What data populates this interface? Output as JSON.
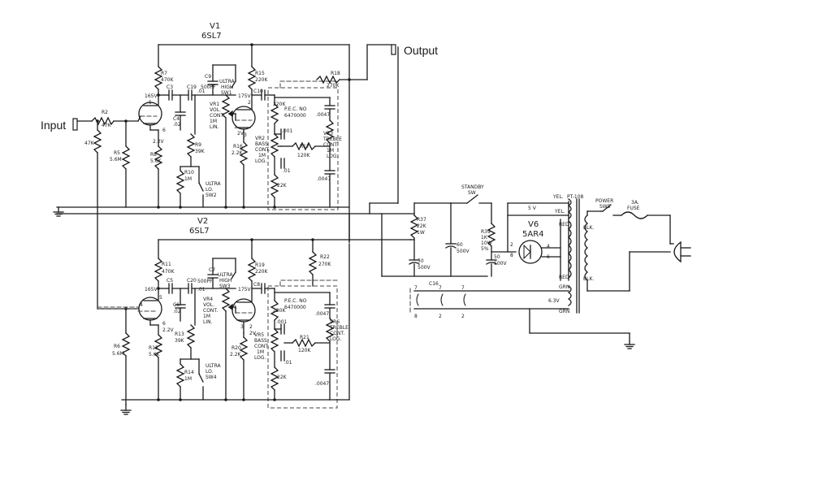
{
  "connectors": {
    "input": "Input",
    "output": "Output"
  },
  "tubes": {
    "v1": {
      "name": "V1",
      "type": "6SL7"
    },
    "v2": {
      "name": "V2",
      "type": "6SL7"
    },
    "v6": {
      "name": "V6",
      "type": "5AR4"
    }
  },
  "channel1": {
    "r2": {
      "ref": "R2",
      "value": "47K"
    },
    "r_in_shunt": "47K",
    "r5": {
      "ref": "R5",
      "value": "5.6M"
    },
    "r7": {
      "ref": "R7",
      "value": "470K"
    },
    "v_plate1": "165V",
    "c3": "C3",
    "c19": "C19",
    "c19_value": ".01",
    "c9": {
      "ref": "C9",
      "value": "500PF"
    },
    "ultra_high_sw": [
      "ULTRA",
      "HIGH",
      "SW1"
    ],
    "vr1": [
      "VR1",
      "VOL.",
      "CONT.",
      "1M",
      "LIN."
    ],
    "c4": {
      "ref": "C4",
      "value": ".02"
    },
    "cathode1_v": "2.2V",
    "r8": {
      "ref": "R8",
      "value": "5.6K"
    },
    "r9": {
      "ref": "R9",
      "value": "39K"
    },
    "r10": {
      "ref": "R10",
      "value": "1M"
    },
    "ultra_lo_sw": [
      "ULTRA",
      "LO.",
      "SW2"
    ],
    "r15": {
      "ref": "R15",
      "value": "220K"
    },
    "v_plate2": "175V",
    "c10": "C10",
    "cathode2_v": "2V",
    "r16": {
      "ref": "R16",
      "value": "2.2K"
    },
    "tone_220k": "220K",
    "pec": [
      "P.E.C. NO",
      "6470000"
    ],
    "c001": ".001",
    "c01": ".01",
    "c0047_top": ".0047",
    "c0047_bot": ".0047",
    "vr2": [
      "VR2",
      "BASS",
      "CONT.",
      "1M",
      "LOG."
    ],
    "r17": {
      "ref": "R17",
      "value": "120K"
    },
    "r_22k": "22K",
    "vr3": [
      "VR3",
      "TREBLE",
      "CONT.",
      "1M",
      "LOG."
    ],
    "r18": {
      "ref": "R18",
      "value": "270K"
    },
    "pin5": "5",
    "pin6": "6",
    "pin3": "3",
    "pin2": "2",
    "pin1": "1"
  },
  "channel2": {
    "r6": {
      "ref": "R6",
      "value": "5.6M"
    },
    "r11": {
      "ref": "R11",
      "value": "470K"
    },
    "v_plate1": "165V",
    "c5": "C5",
    "c20": "C20",
    "c20_value": ".01",
    "c7": {
      "ref": "C7",
      "value": "500PF"
    },
    "ultra_high_sw": [
      "ULTRA",
      "HIGH",
      "SW3"
    ],
    "vr4": [
      "VR4",
      "VOL.",
      "CONT.",
      "1M",
      "LIN."
    ],
    "c6": {
      "ref": "C6",
      "value": ".02"
    },
    "cathode1_v": "2.2V",
    "r12": {
      "ref": "R12",
      "value": "5.6K"
    },
    "r13": {
      "ref": "R13",
      "value": "39K"
    },
    "r14": {
      "ref": "R14",
      "value": "1M"
    },
    "ultra_lo_sw": [
      "ULTRA",
      "LO.",
      "SW4"
    ],
    "r19": {
      "ref": "R19",
      "value": "220K"
    },
    "v_plate2": "175V",
    "c8": "C8",
    "cathode2_v": "2V",
    "r20": {
      "ref": "R20",
      "value": "2.2K"
    },
    "r22": {
      "ref": "R22",
      "value": "270K"
    },
    "tone_220k": "220K",
    "pec": [
      "P.E.C. NO",
      "6470000"
    ],
    "c001": ".001",
    "c01": ".01",
    "c0047_top": ".0047",
    "c0047_bot": ".0047",
    "vr5": [
      "VR5",
      "BASS",
      "CONT.",
      "1M",
      "LOG."
    ],
    "r21": {
      "ref": "R21",
      "value": "120K"
    },
    "r_22k": "22K",
    "vr6": [
      "VR6",
      "TREBLE",
      "CONT.",
      "LOG."
    ],
    "pin4": "4",
    "pin5": "5",
    "pin6": "6",
    "pin3": "3",
    "pin2": "2",
    "pin1": "1"
  },
  "power": {
    "r37": [
      "R37",
      "22K",
      "1W"
    ],
    "cap_50_left": [
      "50",
      "500V"
    ],
    "cap_60": [
      "60",
      "500V"
    ],
    "standby_sw": [
      "STANDBY",
      "SW"
    ],
    "r39": [
      "R39",
      "1K",
      "10W",
      "5%"
    ],
    "cap_50_right": [
      "50",
      "500V"
    ],
    "c16": "C16",
    "pins_top": [
      "7",
      "7",
      "7"
    ],
    "pins_bottom": [
      "8",
      "2",
      "2"
    ],
    "tube_pins": [
      "2",
      "8",
      "4",
      "6"
    ],
    "five_v": "5 V",
    "transformer": "PT-108",
    "yel_top": "YEL.",
    "yel_bottom": "YEL.",
    "red_top": "RED",
    "red_bottom": "RED",
    "grn_top": "GRN",
    "grn_bottom": "GRN",
    "heater": "6.3V",
    "blk_top": "BLK.",
    "blk_bottom": "BLK.",
    "power_sw": [
      "POWER",
      "SW5"
    ],
    "fuse": [
      "3A.",
      "FUSE"
    ]
  }
}
